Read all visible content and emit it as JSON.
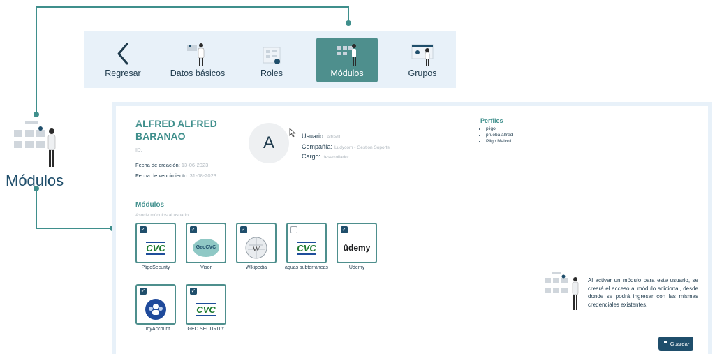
{
  "nav": {
    "items": [
      {
        "label": "Regresar",
        "icon": "chevron-left-icon"
      },
      {
        "label": "Datos básicos",
        "icon": "person-board-illustration"
      },
      {
        "label": "Roles",
        "icon": "roles-illustration"
      },
      {
        "label": "Módulos",
        "icon": "modules-illustration",
        "active": true
      },
      {
        "label": "Grupos",
        "icon": "groups-illustration"
      }
    ]
  },
  "side": {
    "title": "Módulos"
  },
  "user": {
    "name_line1": "ALFRED ALFRED",
    "name_line2": "BARANAO",
    "id_label": "ID:",
    "id_value": "",
    "created_label": "Fecha de creación:",
    "created_value": "13-06-2023",
    "expires_label": "Fecha de vencimiento:",
    "expires_value": "31-08-2023",
    "avatar_letter": "A",
    "usuario_label": "Usuario:",
    "usuario_value": "alfred1",
    "compania_label": "Compañía:",
    "compania_value": "Ludycom - Gestión Soporte",
    "cargo_label": "Cargo:",
    "cargo_value": "desarrollador"
  },
  "perfiles": {
    "title": "Perfiles",
    "items": [
      "pligo",
      "prueba alfred",
      "Pligo Maicoll"
    ]
  },
  "modules": {
    "title": "Módulos",
    "subtitle": "Asocie módulos al usuario",
    "items": [
      {
        "label": "PligoSecurity",
        "checked": true,
        "logo": "cvc-logo",
        "logo_text": "CVC"
      },
      {
        "label": "Visor",
        "checked": true,
        "logo": "geo-cvc-logo",
        "logo_text": "GeoCVC"
      },
      {
        "label": "Wikipedia",
        "checked": true,
        "logo": "wikipedia-globe-logo"
      },
      {
        "label": "aguas subterráneas",
        "checked": false,
        "logo": "cvc-logo",
        "logo_text": "CVC"
      },
      {
        "label": "Udemy",
        "checked": true,
        "logo": "udemy-logo",
        "logo_text": "ûdemy"
      },
      {
        "label": "LudyAccount",
        "checked": true,
        "logo": "ludy-account-logo"
      },
      {
        "label": "GEO SECURITY",
        "checked": true,
        "logo": "cvc-logo",
        "logo_text": "CVC"
      }
    ]
  },
  "help": {
    "text": "Al activar un módulo para este usuario, se creará el acceso al módulo adicional, desde donde se podrá ingresar con las mismas credenciales existentes."
  },
  "actions": {
    "save_label": "Guardar"
  },
  "colors": {
    "accent": "#3f8f8c",
    "primary": "#1f4e6b",
    "panel": "#e8f1f9"
  }
}
